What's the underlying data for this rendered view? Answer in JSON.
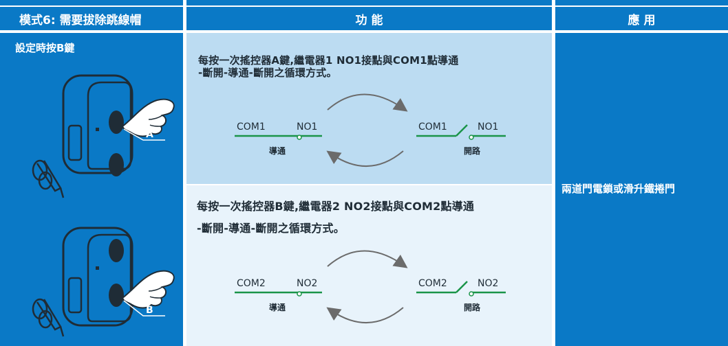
{
  "table": {
    "headers": {
      "mode": "模式6: 需要拔除跳線帽",
      "function": "功 能",
      "application": "應 用"
    },
    "left": {
      "setting_label": "設定時按B鍵",
      "remote_a_key": "A",
      "remote_b_key": "B"
    },
    "function_a": {
      "line1": "每按一次搖控器A鍵,繼電器1 NO1接點與COM1點導通",
      "line2": "-斷開-導通-斷開之循環方式。",
      "closed_com": "COM1",
      "closed_no": "NO1",
      "closed_caption": "導通",
      "open_com": "COM1",
      "open_no": "NO1",
      "open_caption": "開路"
    },
    "function_b": {
      "line1": "每按一次搖控器B鍵,繼電器2 NO2接點與COM2點導通",
      "line2": "-斷開-導通-斷開之循環方式。",
      "closed_com": "COM2",
      "closed_no": "NO2",
      "closed_caption": "導通",
      "open_com": "COM2",
      "open_no": "NO2",
      "open_caption": "開路"
    },
    "application_text": "兩道門電鎖或滑升鐵捲門"
  }
}
